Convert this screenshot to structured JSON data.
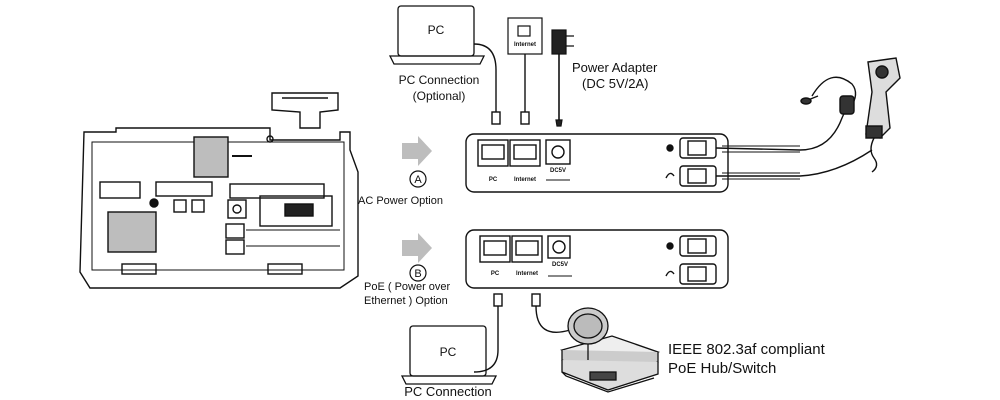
{
  "labels": {
    "pc_top": "PC",
    "pc_bottom": "PC",
    "pc_connection_optional_line1": "PC Connection",
    "pc_connection_optional_line2": "(Optional)",
    "internet_wall": "Internet",
    "power_adapter_line1": "Power Adapter",
    "power_adapter_line2": "(DC 5V/2A)",
    "option_a_marker": "A",
    "option_a_label": "AC Power Option",
    "option_b_marker": "B",
    "option_b_label_line1": "PoE ( Power over",
    "option_b_label_line2": "Ethernet ) Option",
    "port_pc": "PC",
    "port_internet": "Internet",
    "port_dc5v": "DC5V",
    "pc_connection_bottom": "PC Connection",
    "poe_switch_line1": "IEEE 802.3af compliant",
    "poe_switch_line2": "PoE Hub/Switch"
  }
}
